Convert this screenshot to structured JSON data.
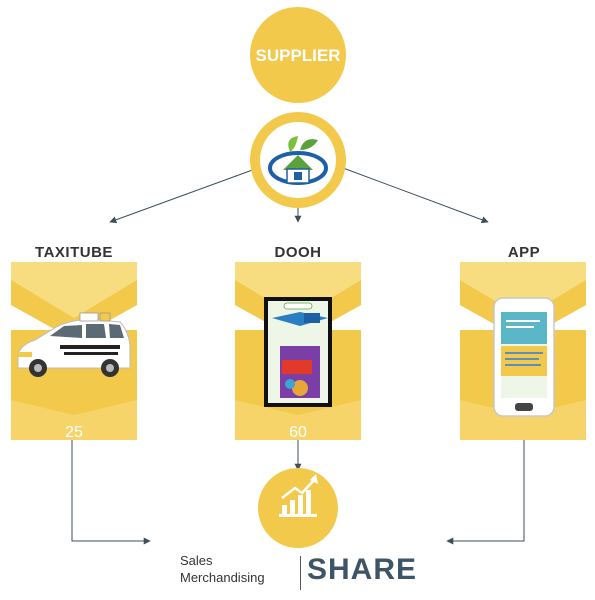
{
  "supplier": {
    "label": "SUPPLIER"
  },
  "channels": [
    {
      "id": "taxitube",
      "label": "TAXITUBE",
      "value": "25",
      "icon": "taxi-icon"
    },
    {
      "id": "dooh",
      "label": "DOOH",
      "value": "60",
      "icon": "digital-screen-icon"
    },
    {
      "id": "app",
      "label": "APP",
      "value": "",
      "icon": "smartphone-icon"
    }
  ],
  "hub": {
    "icon": "home-leaf-logo-icon"
  },
  "result": {
    "icon": "growth-chart-icon",
    "sales_line1": "Sales",
    "sales_line2": "Merchandising",
    "share": "SHARE"
  },
  "colors": {
    "yellow": "#f3c94b",
    "yellow_light": "#f8dc80",
    "yellow_dark": "#e0b030",
    "arrow": "#3d4f5c",
    "share_text": "#3d5566"
  }
}
